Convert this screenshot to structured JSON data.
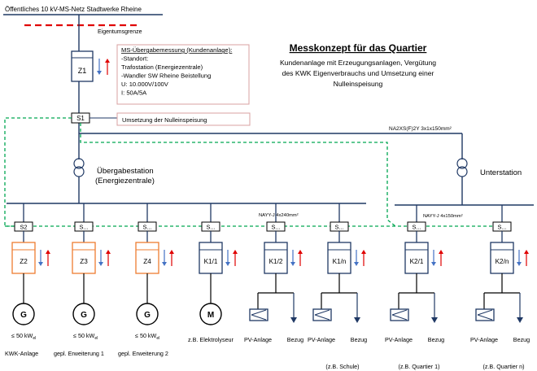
{
  "grid_label": "Öffentliches 10 kV-MS-Netz Stadtwerke Rheine",
  "property_boundary": "Eigentumsgrenze",
  "title": "Messkonzept für das Quartier",
  "subtitle_lines": [
    "Kundenanlage mit Erzeugungsanlagen, Vergütung",
    "des KWK Eigenverbrauchs und Umsetzung einer",
    "Nulleinspeisung"
  ],
  "transfer_box_lines": [
    "MS-Übergabemessung (Kundenanlage):",
    "-Standort:",
    "Trafostation (Energiezentrale)",
    "-Wandler SW Rheine Beistellung",
    "U: 10.000V/100V",
    "I: 50A/5A"
  ],
  "zero_feed_box": "Umsetzung der Nulleinspeisung",
  "cable_main": "NA2XS(F)2Y 3x1x150mm²",
  "cable_left": "NAYY-J 4x240mm²",
  "cable_right": "NAYY-J 4x150mm²",
  "meter_z1": "Z1",
  "switch_s1": "S1",
  "station_left_lines": [
    "Übergabestation",
    "(Energiezentrale)"
  ],
  "station_right": "Unterstation",
  "switches": [
    "S2",
    "S...",
    "S...",
    "S...",
    "S...",
    "S...",
    "S...",
    "S..."
  ],
  "meters": [
    "Z2",
    "Z3",
    "Z4",
    "K1/1",
    "K1/2",
    "K1/n",
    "K2/1",
    "K2/n"
  ],
  "generators": [
    "G",
    "G",
    "G",
    "M"
  ],
  "power_labels": [
    "≤ 50 kW",
    "≤ 50 kW",
    "≤ 50 kW"
  ],
  "power_sub": "el",
  "consumer_label": "z.B. Elektrolyseur",
  "pv_label": "PV-Anlage",
  "bezug_label": "Bezug",
  "bottom_labels": [
    "KWK-Anlage",
    "gepl. Erweiterung 1",
    "gepl. Erweiterung 2"
  ],
  "notes": [
    "(z.B. Schule)",
    "(z.B. Quartier 1)",
    "(z.B. Quartier n)"
  ],
  "colors": {
    "line": "#1f3864",
    "orange": "#ed7d31",
    "green": "#00a651",
    "red": "#e00000",
    "arrow_blue": "#4472c4",
    "box_border": "#d9a0a0"
  }
}
